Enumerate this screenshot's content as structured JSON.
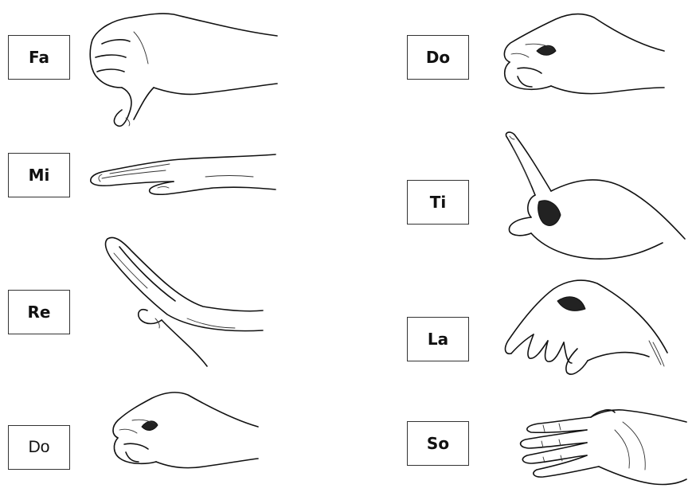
{
  "labels": {
    "fa": "Fa",
    "mi": "Mi",
    "re": "Re",
    "do_low": "Do",
    "do_high": "Do",
    "ti": "Ti",
    "la": "La",
    "so": "So"
  },
  "icons": {
    "fa": "hand-sign-fa-icon",
    "mi": "hand-sign-mi-icon",
    "re": "hand-sign-re-icon",
    "do_low": "hand-sign-do-icon",
    "do_high": "hand-sign-do-high-icon",
    "ti": "hand-sign-ti-icon",
    "la": "hand-sign-la-icon",
    "so": "hand-sign-so-icon"
  }
}
